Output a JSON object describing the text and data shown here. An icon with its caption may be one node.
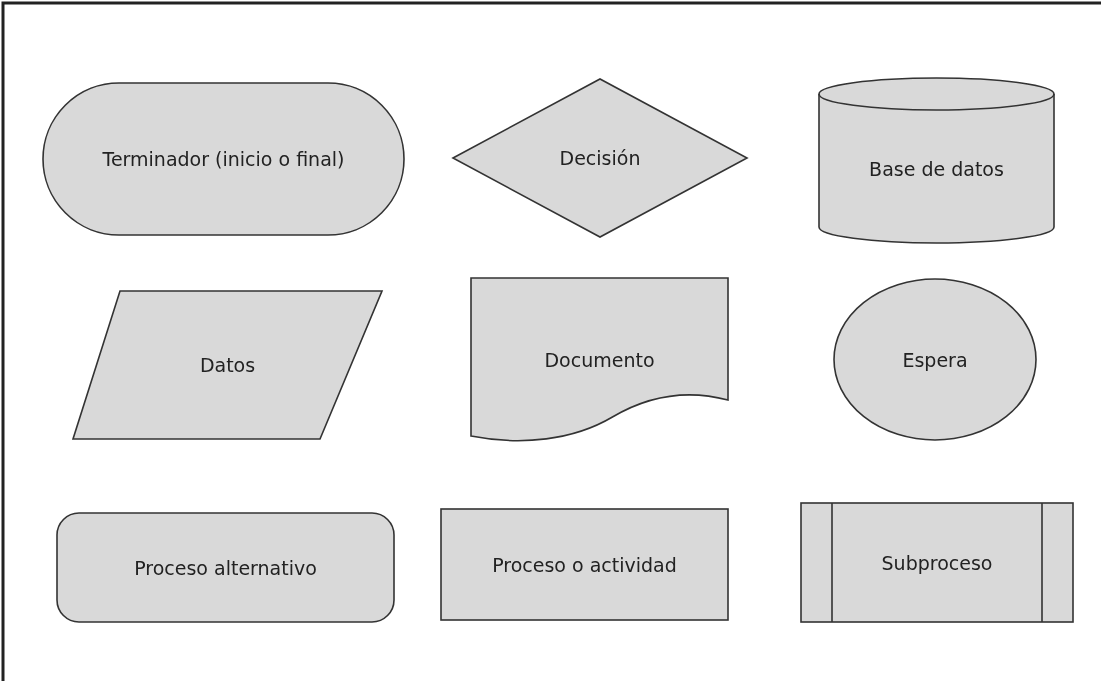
{
  "diagram": {
    "nodes": [
      {
        "text": [
          "Terminador (inicio o final)"
        ]
      },
      {
        "text": [
          "Decisión"
        ]
      },
      {
        "text": [
          "Base de datos"
        ]
      },
      {
        "text": [
          "Datos"
        ]
      },
      {
        "text": [
          "Documento"
        ]
      },
      {
        "text": [
          "Espera"
        ]
      },
      {
        "text": [
          "Proceso alternativo"
        ]
      },
      {
        "text": [
          "Proceso o actividad"
        ]
      },
      {
        "text": [
          "Subproceso"
        ]
      }
    ]
  }
}
